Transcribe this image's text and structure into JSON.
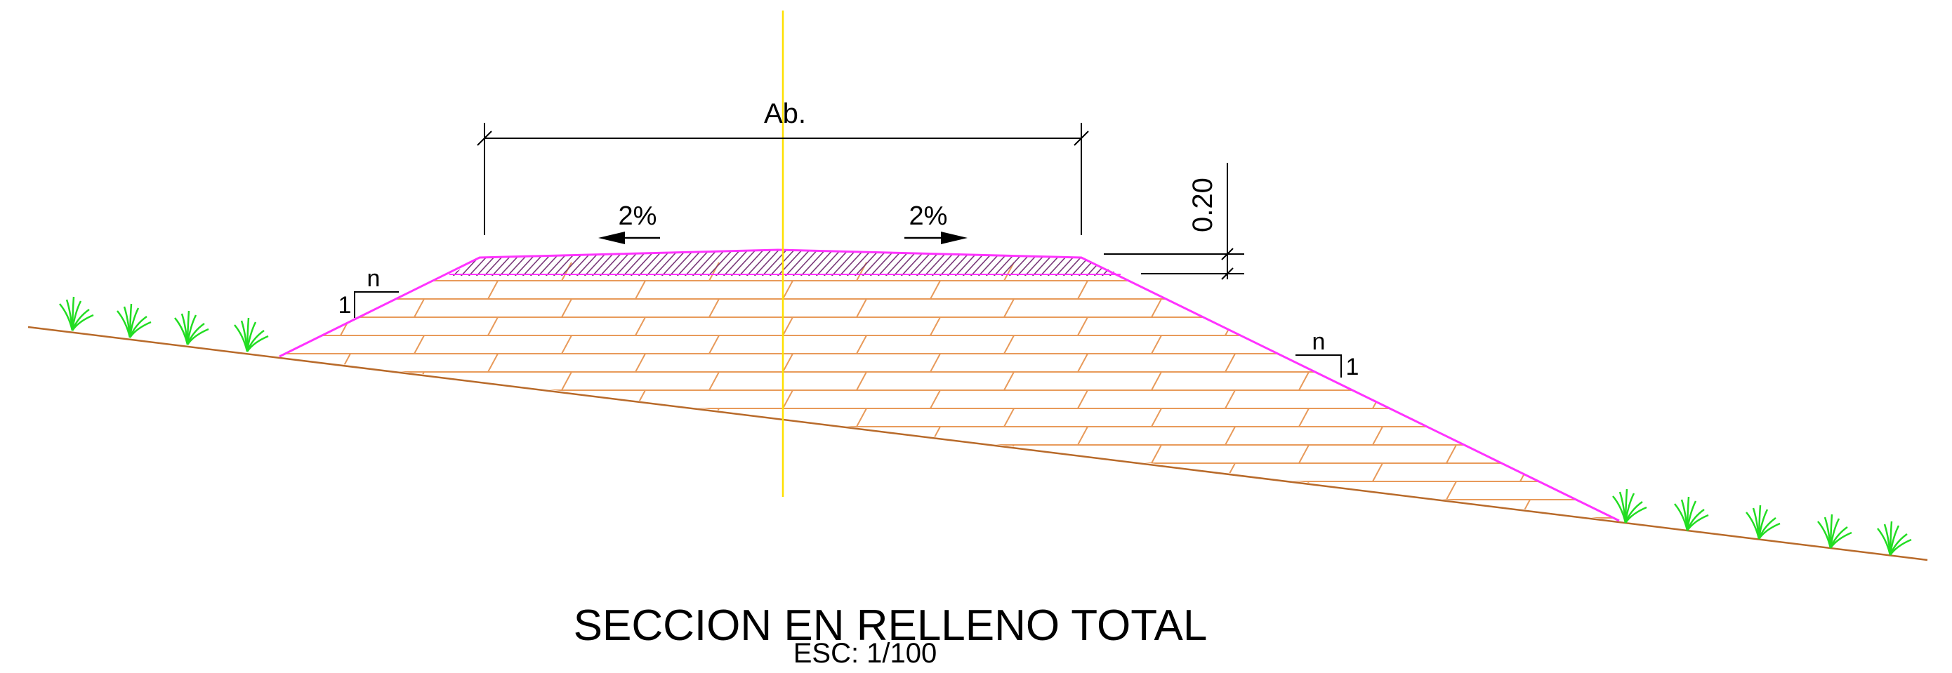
{
  "labels": {
    "width_dim": "Ab.",
    "slope_left": "2%",
    "slope_right": "2%",
    "thickness_dim": "0.20",
    "side_slope_left_n": "n",
    "side_slope_left_1": "1",
    "side_slope_right_n": "n",
    "side_slope_right_1": "1"
  },
  "title": "SECCION EN RELLENO TOTAL",
  "scale": "ESC: 1/100",
  "colors": {
    "ground_line": "#b86a2a",
    "fill_hatch": "#e89a5a",
    "embankment_outline": "#ff33ff",
    "pavement_hatch": "#7a3a7a",
    "axis_line": "#ffe000",
    "grass": "#22dd22",
    "dimension": "#000000"
  }
}
